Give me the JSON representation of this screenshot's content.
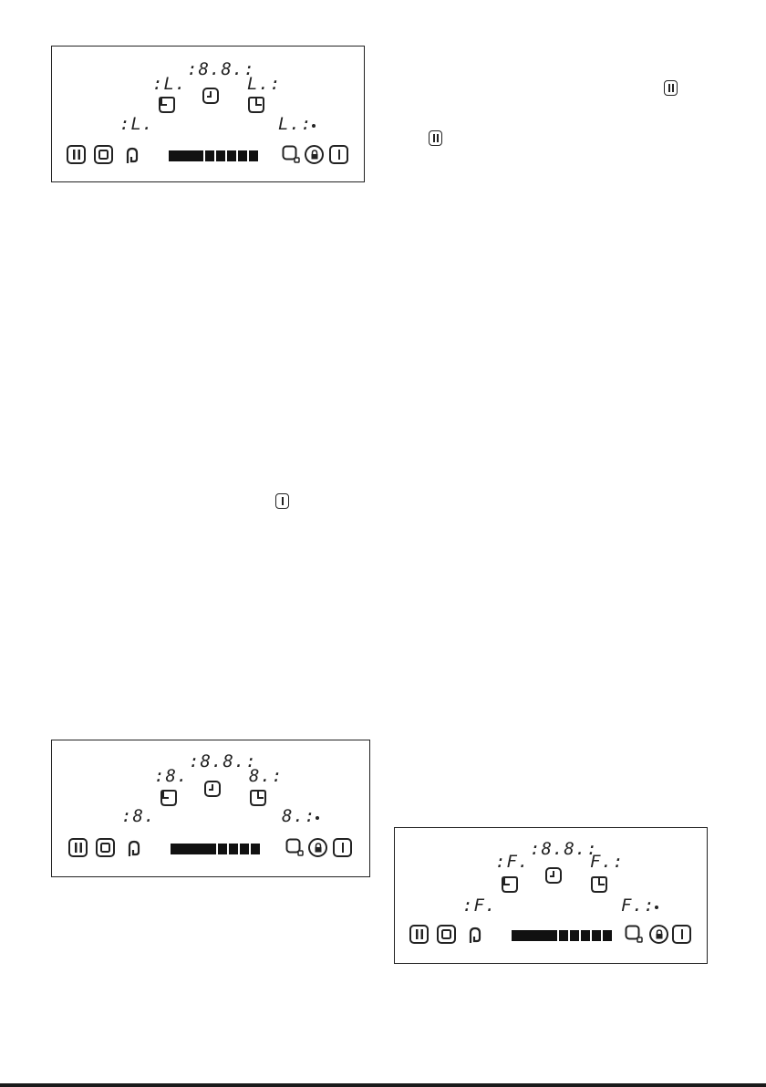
{
  "panels": [
    {
      "id": "panel-a",
      "front_left": ":L.",
      "timer": ":8.8.:",
      "front_right": "L.:",
      "rear_left": ":L.",
      "rear_right": "L.:"
    },
    {
      "id": "panel-b",
      "front_left": ":8.",
      "timer": ":8.8.:",
      "front_right": "8.:",
      "rear_left": ":8.",
      "rear_right": "8.:"
    },
    {
      "id": "panel-c",
      "front_left": ":F.",
      "timer": ":8.8.:",
      "front_right": "F.:",
      "rear_left": ":F.",
      "rear_right": "F.:"
    }
  ],
  "icons": {
    "pause": "pause-icon",
    "onoff": "on-off-icon",
    "bridge": "bridge-zone-icon",
    "zone_left": "zone-left-icon",
    "zone_center": "timer-clock-icon",
    "zone_right": "zone-right-icon",
    "booster": "booster-icon",
    "lock": "lock-icon",
    "stopgo": "stop-go-icon",
    "power_level_bar": "power-level-slider"
  },
  "colors": {
    "ink": "#222222",
    "paper": "#ffffff"
  }
}
